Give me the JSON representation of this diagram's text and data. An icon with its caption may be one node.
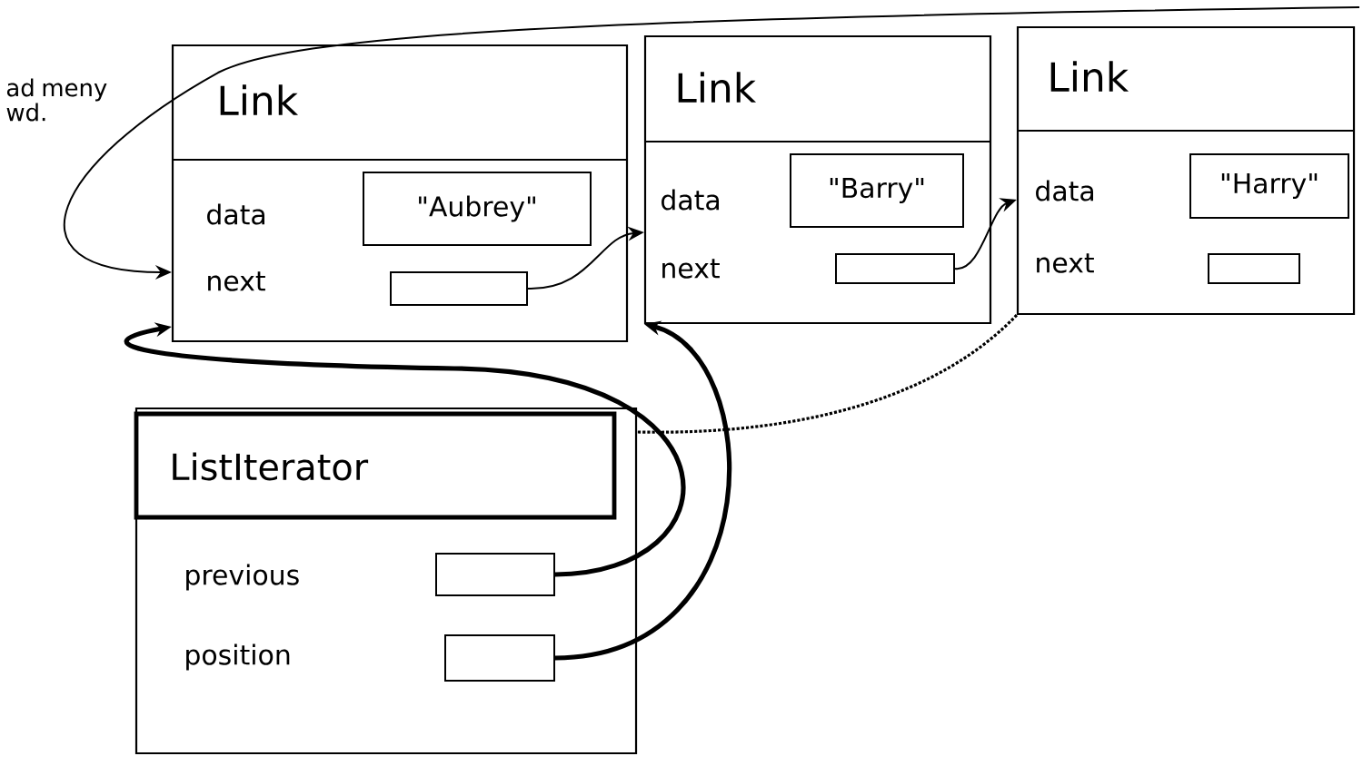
{
  "diagram": {
    "nodes": [
      {
        "text": [
          "Link",
          "data",
          "next"
        ]
      },
      {
        "text": [
          "\"Aubrey\""
        ],
        "in": 0
      },
      {
        "text": [],
        "shape": "box",
        "in": 0
      },
      {
        "text": [
          "Link",
          "data",
          "next"
        ]
      },
      {
        "text": [
          "\"Barry\""
        ],
        "in": 3
      },
      {
        "text": [],
        "shape": "box",
        "in": 3
      },
      {
        "text": [
          "Link",
          "data",
          "next"
        ]
      },
      {
        "text": [
          "\"Harry\""
        ],
        "in": 6
      },
      {
        "text": [],
        "shape": "box",
        "in": 6
      },
      {
        "text": [
          "ListIterator",
          "previous",
          "position"
        ]
      },
      {
        "text": [],
        "shape": "box",
        "in": 9
      },
      {
        "text": [],
        "shape": "box",
        "in": 9
      }
    ],
    "edges": [
      {
        "from": null,
        "to": 0,
        "arrow": "to"
      },
      {
        "from": 2,
        "to": 3,
        "arrow": "to"
      },
      {
        "from": 5,
        "to": 6,
        "arrow": "to"
      },
      {
        "from": 10,
        "to": 0,
        "arrow": "to",
        "style": "thick"
      },
      {
        "from": 11,
        "to": 3,
        "arrow": "to",
        "style": "thick"
      },
      {
        "from": 6,
        "to": 9,
        "arrow": "none",
        "style": "dashed"
      }
    ],
    "labels": [
      "ad meny wd."
    ]
  }
}
